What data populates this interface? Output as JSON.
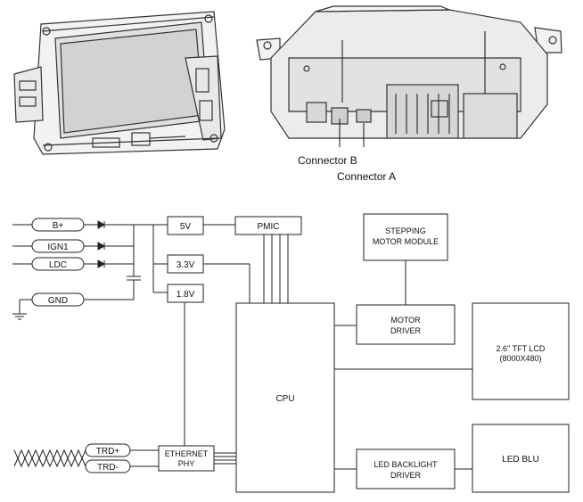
{
  "callouts": {
    "connector_b": "Connector B",
    "connector_a": "Connector A"
  },
  "inputs": {
    "b_plus": "B+",
    "ign1": "IGN1",
    "ldc": "LDC",
    "gnd": "GND",
    "trd_plus": "TRD+",
    "trd_minus": "TRD-"
  },
  "blocks": {
    "reg_5v": "5V",
    "reg_3v3": "3.3V",
    "reg_1v8": "1.8V",
    "pmic": "PMIC",
    "stepping_motor_line1": "STEPPING",
    "stepping_motor_line2": "MOTOR MODULE",
    "cpu": "CPU",
    "motor_driver_line1": "MOTOR",
    "motor_driver_line2": "DRIVER",
    "tft_lcd_line1": "2.6\" TFT LCD",
    "tft_lcd_line2": "(8000X480)",
    "ethernet_phy_line1": "ETHERNET",
    "ethernet_phy_line2": "PHY",
    "led_backlight_line1": "LED BACKLIGHT",
    "led_backlight_line2": "DRIVER",
    "led_blu": "LED BLU"
  },
  "colors": {
    "line": "#222222",
    "photo_outline": "#333333",
    "photo_fill": "#e6e6e6"
  }
}
